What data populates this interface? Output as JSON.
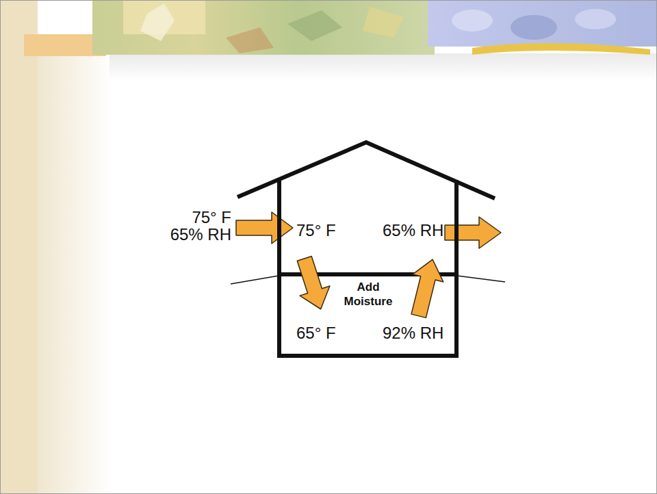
{
  "diagram": {
    "nodes": [
      {
        "text": [
          "75° F",
          "65% RH"
        ]
      },
      {
        "text": [
          "Add Moisture",
          "65° F",
          "92% RH"
        ]
      }
    ],
    "edges": [
      {
        "from": 0,
        "to": 1,
        "arrow": "to"
      },
      {
        "from": 1,
        "to": 0,
        "arrow": "to"
      }
    ],
    "labels": [
      "75° F",
      "65% RH"
    ]
  }
}
